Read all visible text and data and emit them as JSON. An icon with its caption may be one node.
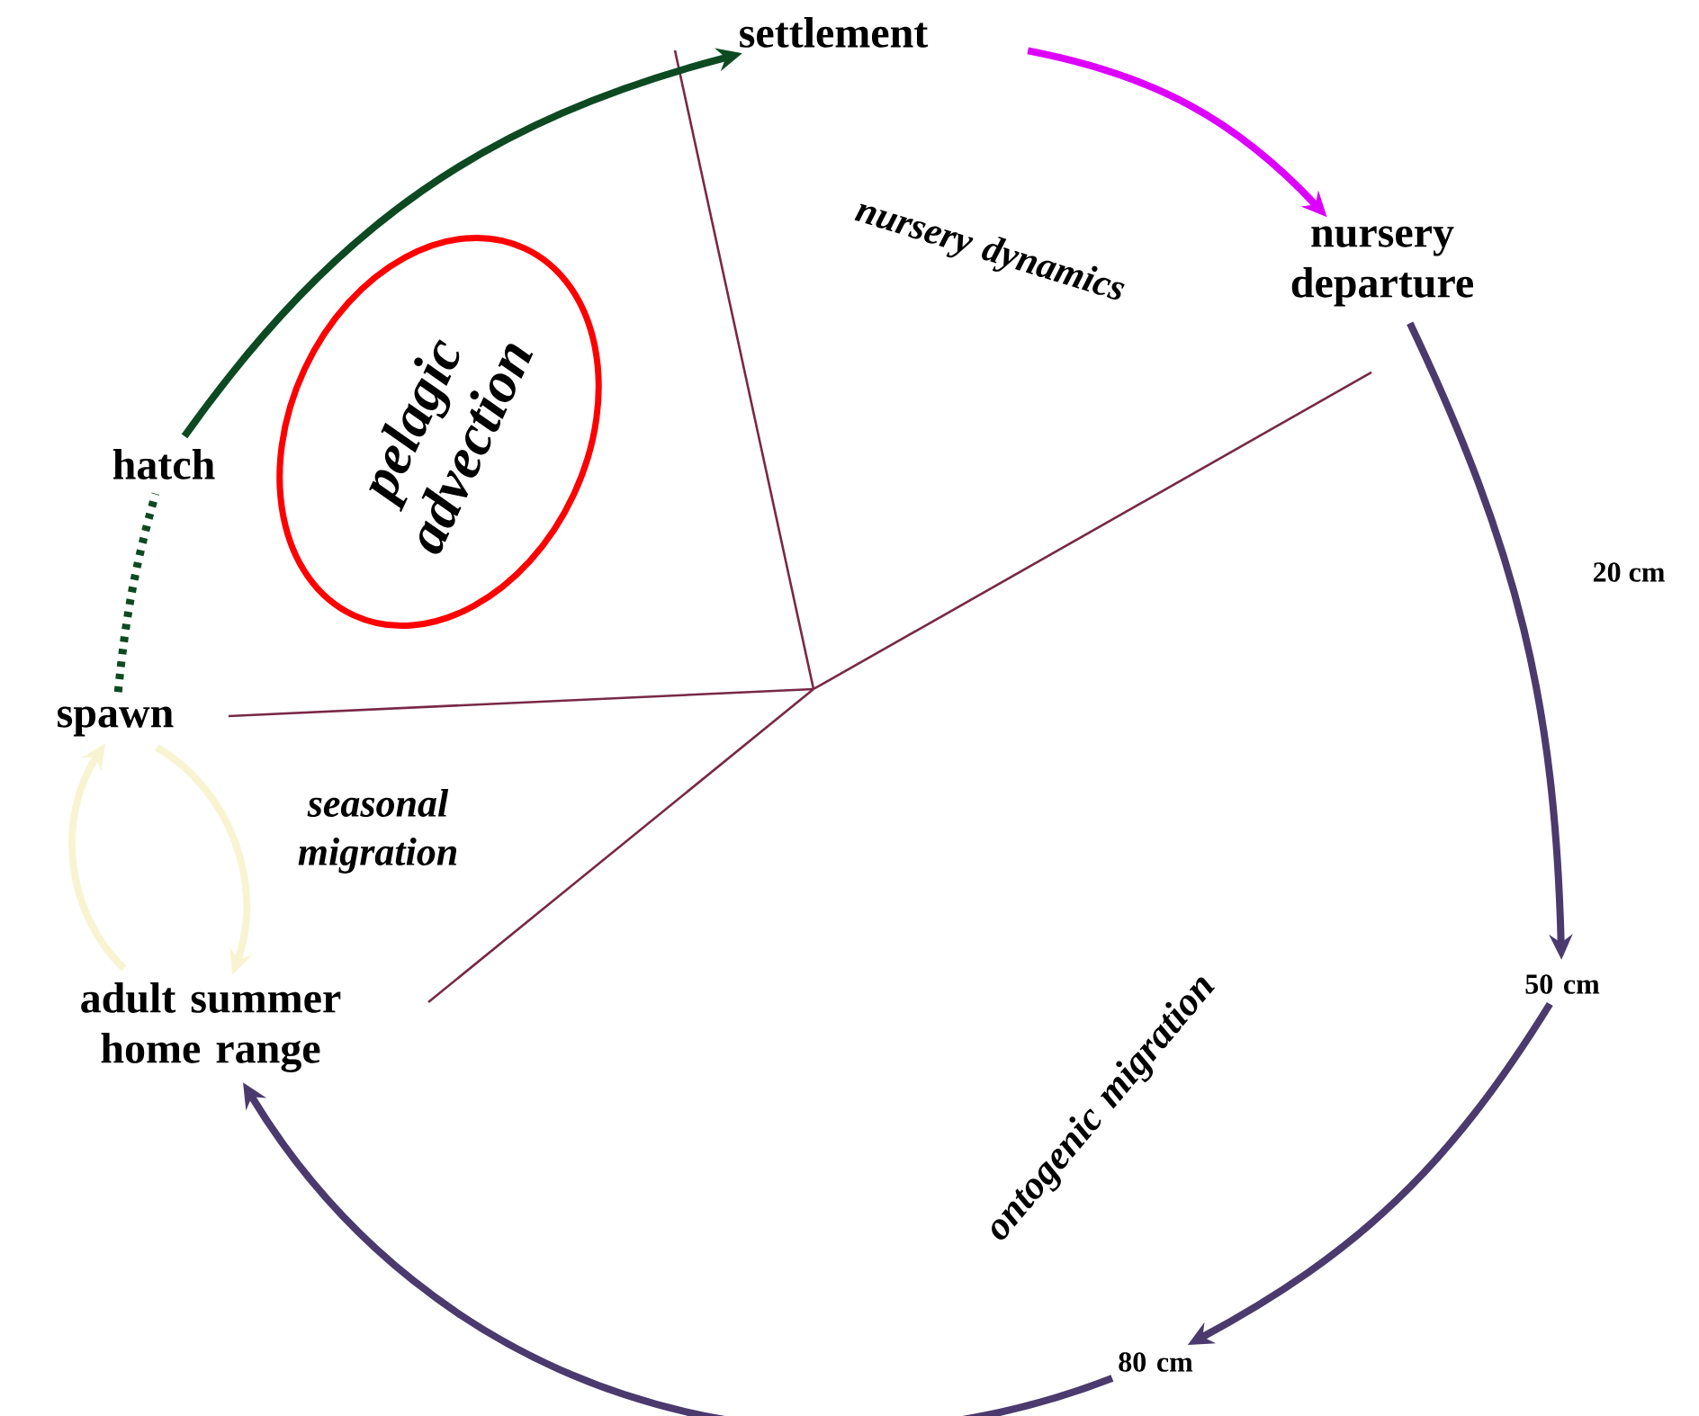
{
  "diagram": {
    "nodes": [
      {
        "text": [
          "settlement"
        ]
      },
      {
        "text": [
          "nursery departure"
        ]
      },
      {
        "text": [
          "50 cm"
        ]
      },
      {
        "text": [
          "80 cm"
        ]
      },
      {
        "text": [
          "adult summer home range"
        ]
      },
      {
        "text": [
          "spawn"
        ]
      },
      {
        "text": [
          "hatch"
        ]
      },
      {
        "text": [
          "pelagic advection"
        ]
      }
    ],
    "edges": [
      {
        "from": 6,
        "to": 0,
        "arrow": "to",
        "color": "#0d4a22"
      },
      {
        "from": 0,
        "to": 1,
        "arrow": "to",
        "color": "#dd00ff"
      },
      {
        "from": 1,
        "to": 2,
        "arrow": "to",
        "label": "20 cm",
        "color": "#4b3a6e"
      },
      {
        "from": 2,
        "to": 3,
        "arrow": "to",
        "color": "#4b3a6e"
      },
      {
        "from": 3,
        "to": 4,
        "arrow": "to",
        "color": "#4b3a6e"
      },
      {
        "from": 5,
        "to": 6,
        "arrow": "none",
        "style": "dashed",
        "color": "#0d4a22"
      },
      {
        "from": 4,
        "to": 5,
        "arrow": "to",
        "color": "#f8f4d2"
      },
      {
        "from": 5,
        "to": 4,
        "arrow": "to",
        "color": "#f8f4d2"
      }
    ],
    "labels": [
      "nursery dynamics",
      "seasonal migration",
      "ontogenic migration"
    ]
  }
}
